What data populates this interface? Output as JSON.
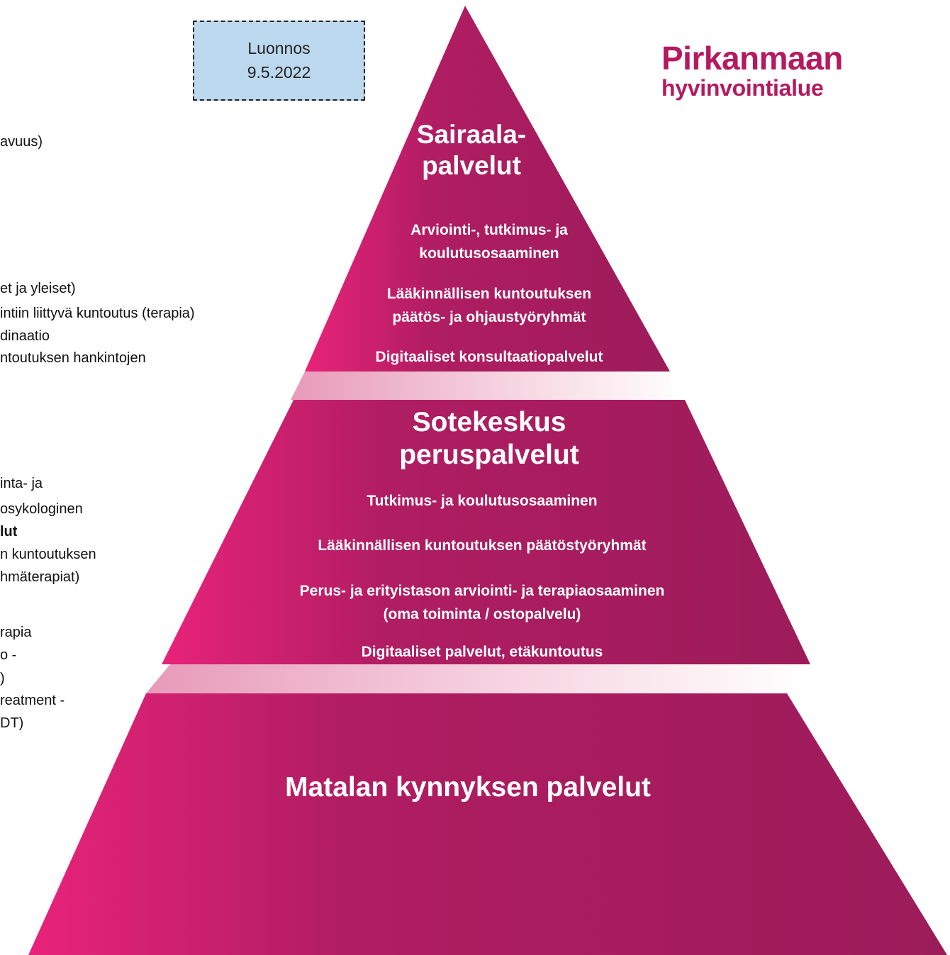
{
  "draft": {
    "line1": "Luonnos",
    "line2": "9.5.2022"
  },
  "logo": {
    "line1": "Pirkanmaan",
    "line2": "hyvinvointialue"
  },
  "colors": {
    "tier_dark": "#9c1c5a",
    "tier_bright": "#e8237a",
    "logo": "#b5195f",
    "draft_box": "#bcd8ee"
  },
  "side_text": [
    "avuus)",
    "et ja yleiset)",
    "intiin liittyvä kuntoutus (terapia)",
    "dinaatio",
    "ntoutuksen hankintojen",
    "inta- ja",
    "osykologinen",
    "lut",
    "n kuntoutuksen",
    "hmäterapiat)",
    "rapia",
    "o -",
    ")",
    "reatment -",
    "DT)"
  ],
  "tiers": {
    "top": {
      "title": [
        "Sairaala-",
        "palvelut"
      ],
      "items": [
        "Arviointi-, tutkimus- ja",
        "koulutusosaaminen",
        "Lääkinnällisen kuntoutuksen",
        "päätös- ja ohjaustyöryhmät",
        "Digitaaliset konsultaatiopalvelut"
      ]
    },
    "middle": {
      "title": [
        "Sotekeskus",
        "peruspalvelut"
      ],
      "items": [
        "Tutkimus- ja koulutusosaaminen",
        "Lääkinnällisen kuntoutuksen päätöstyöryhmät",
        "Perus- ja erityistason arviointi- ja terapiaosaaminen",
        "(oma toiminta / ostopalvelu)",
        "Digitaaliset palvelut, etäkuntoutus"
      ]
    },
    "bottom": {
      "title": "Matalan kynnyksen palvelut"
    }
  }
}
